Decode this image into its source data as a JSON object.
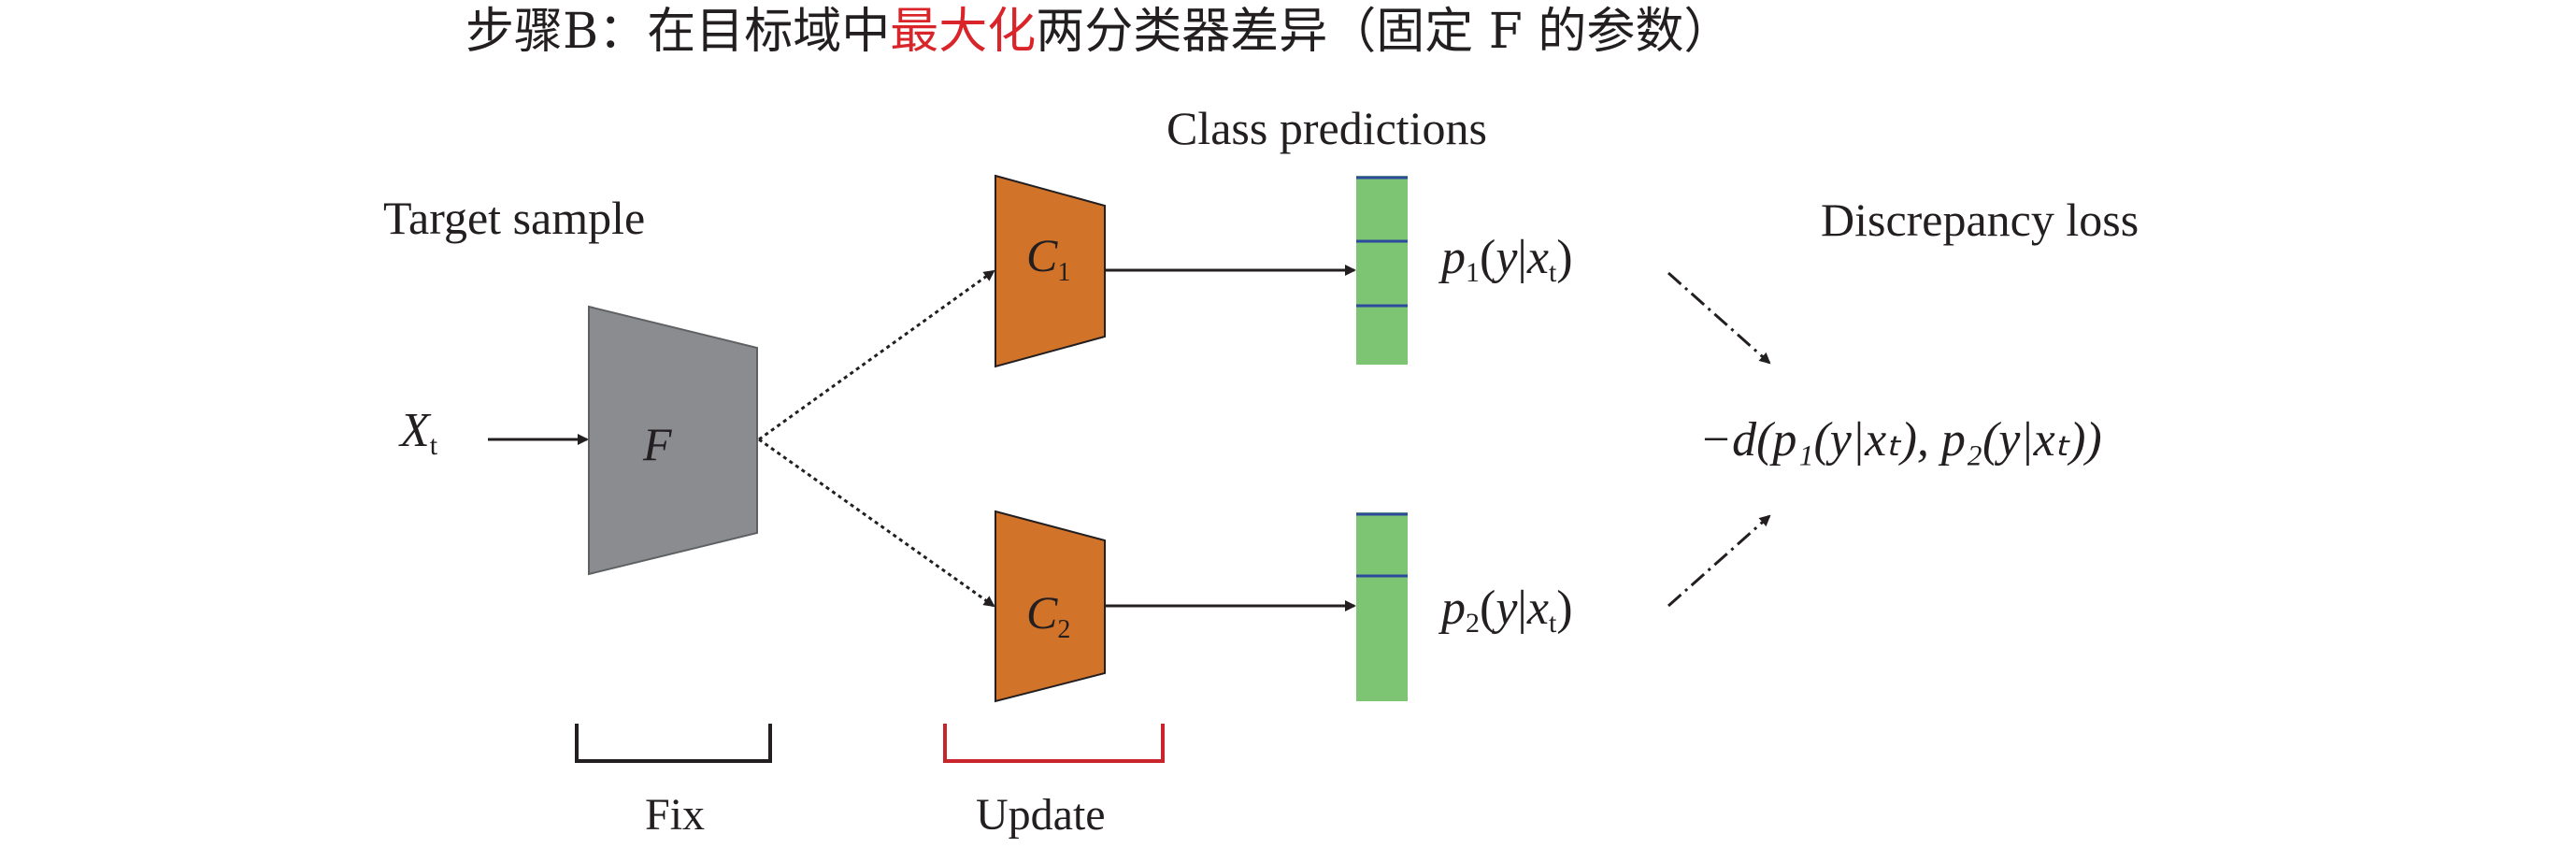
{
  "title": {
    "prefix": "步骤B：在目标域中",
    "highlight": "最大化",
    "suffix": "两分类器差异（固定 F 的参数）"
  },
  "labels": {
    "target_sample": "Target sample",
    "class_predictions": "Class predictions",
    "discrepancy_loss": "Discrepancy loss",
    "input_symbol": "X",
    "input_subscript": "t",
    "feature_extractor": "F",
    "classifier_1": "C",
    "classifier_1_sub": "1",
    "classifier_2": "C",
    "classifier_2_sub": "2",
    "fix": "Fix",
    "update": "Update"
  },
  "predictions": {
    "p1": {
      "p": "p",
      "sub": "1",
      "open": "(",
      "y": "y",
      "bar": "|",
      "x": "x",
      "xsub": "t",
      "close": ")"
    },
    "p2": {
      "p": "p",
      "sub": "2",
      "open": "(",
      "y": "y",
      "bar": "|",
      "x": "x",
      "xsub": "t",
      "close": ")"
    }
  },
  "loss_formula": "−d(p₁(y|xₜ), p₂(y|xₜ))",
  "colors": {
    "feature_extractor": "#8a8c8f",
    "classifier": "#d2732a",
    "prediction_bar": "#7dc473",
    "prediction_line": "#2e4a9e",
    "fix_bracket": "#231f20",
    "update_bracket": "#c8242b",
    "highlight": "#d9252a"
  }
}
